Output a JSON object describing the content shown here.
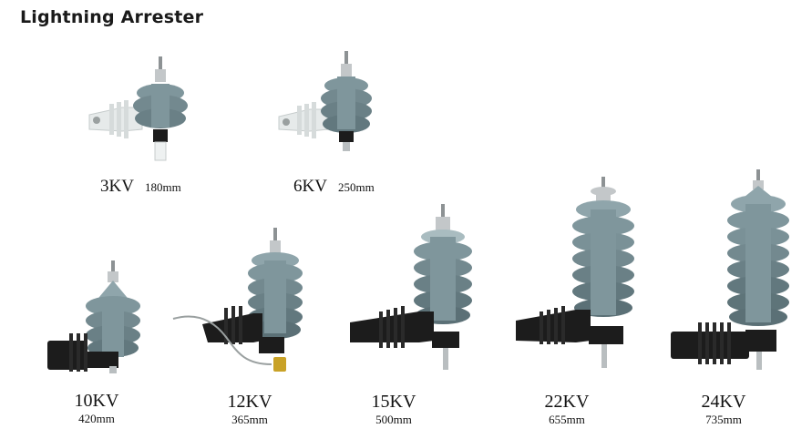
{
  "title": "Lightning Arrester",
  "colors": {
    "polymer_gray": "#7f969c",
    "polymer_dark": "#5b7076",
    "polymer_light": "#9fb3b8",
    "bracket_white": "#e8ecec",
    "bracket_black": "#1c1c1c",
    "metal": "#b9bec0"
  },
  "products": [
    {
      "voltage": "3KV",
      "length": "180mm"
    },
    {
      "voltage": "6KV",
      "length": "250mm"
    },
    {
      "voltage": "10KV",
      "length": "420mm"
    },
    {
      "voltage": "12KV",
      "length": "365mm"
    },
    {
      "voltage": "15KV",
      "length": "500mm"
    },
    {
      "voltage": "22KV",
      "length": "655mm"
    },
    {
      "voltage": "24KV",
      "length": "735mm"
    }
  ]
}
